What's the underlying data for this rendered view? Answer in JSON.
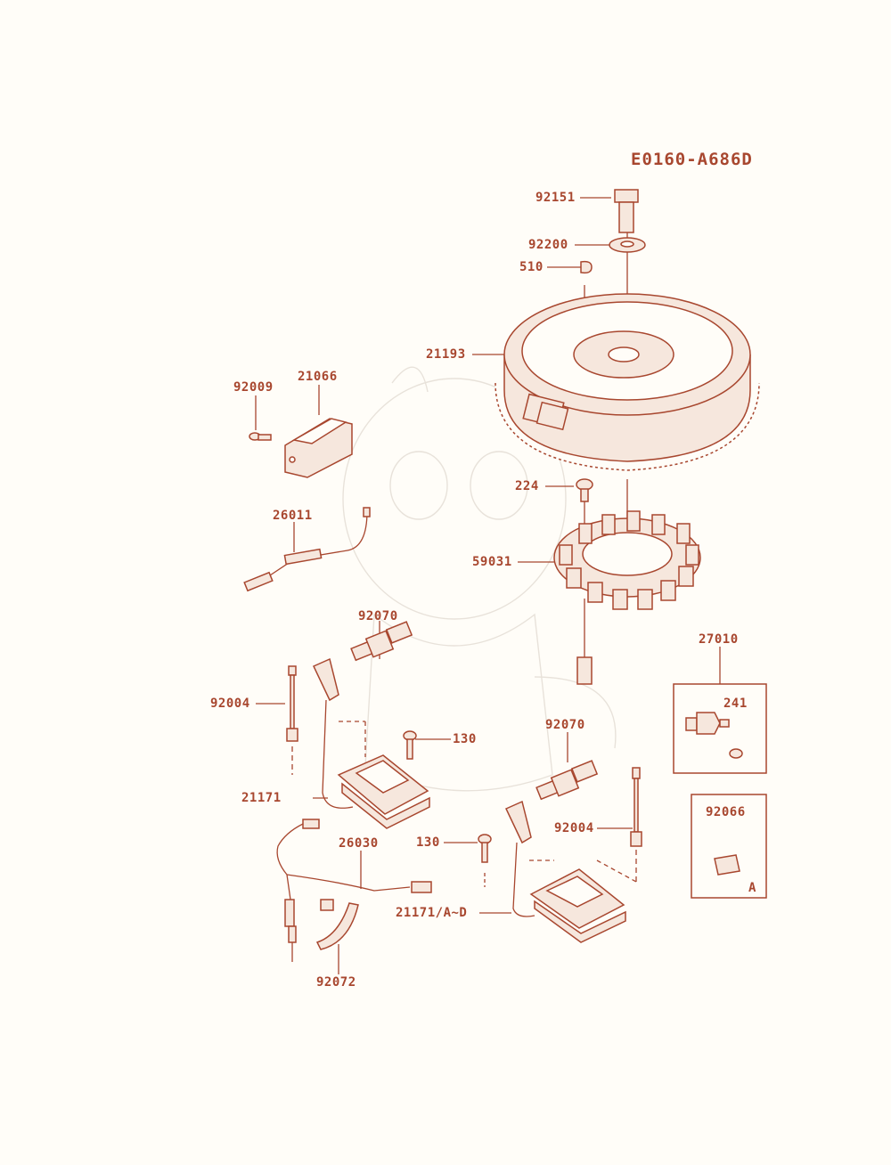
{
  "diagram_code": "E0160-A686D",
  "callouts": {
    "p92151": "92151",
    "p92200": "92200",
    "p510": "510",
    "p21193": "21193",
    "p92009": "92009",
    "p21066": "21066",
    "p224": "224",
    "p26011": "26011",
    "p59031": "59031",
    "p92070a": "92070",
    "p27010": "27010",
    "p241": "241",
    "p92004a": "92004",
    "p130a": "130",
    "p92070b": "92070",
    "p21171": "21171",
    "p92066": "92066",
    "p92004b": "92004",
    "p26030": "26030",
    "p130b": "130",
    "p21171ad": "21171/A~D",
    "p92072": "92072"
  },
  "box_letter": "A",
  "colors": {
    "ink": "#a8472f",
    "paper": "#fffdf8"
  }
}
